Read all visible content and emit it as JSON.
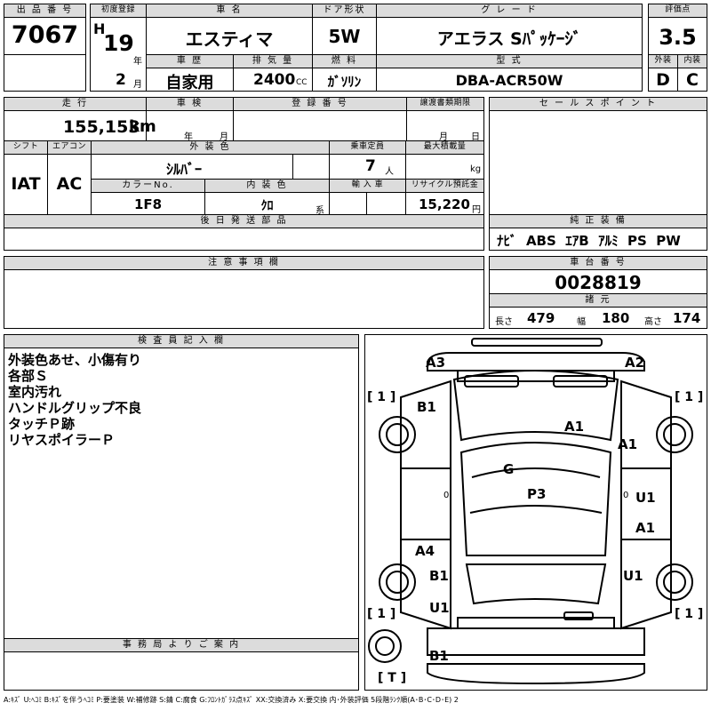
{
  "top": {
    "lot_no_label": "出 品 番 号",
    "lot_no": "7067",
    "first_reg_label": "初度登録",
    "era": "H",
    "year": "19",
    "year_unit": "年",
    "month": "2",
    "month_unit": "月",
    "car_name_label": "車 名",
    "car_name": "エスティマ",
    "history_label": "車 歴",
    "history": "自家用",
    "displacement_label": "排 気 量",
    "displacement": "2400",
    "displacement_unit": "CC",
    "door_label": "ドア形状",
    "door": "5W",
    "fuel_label": "燃 料",
    "fuel": "ｶﾞｿﾘﾝ",
    "grade_label": "グ レ ー ド",
    "grade": "アエラス Sﾊﾟｯｹｰｼﾞ",
    "model_label": "型 式",
    "model": "DBA-ACR50W",
    "score_label": "評価点",
    "score": "3.5",
    "ext_label": "外装",
    "ext": "D",
    "int_label": "内装",
    "int": "C"
  },
  "row2": {
    "mileage_label": "走 行",
    "mileage": "155,153",
    "mileage_unit": "km",
    "inspection_label": "車 検",
    "insp_year": "年",
    "insp_month": "月",
    "regno_label": "登 録 番 号",
    "transfer_label": "譲渡書類期限",
    "transfer_month": "月",
    "transfer_day": "日",
    "shift_label": "シフト",
    "shift": "IAT",
    "ac_label": "エアコン",
    "ac": "AC",
    "color_label": "外 装 色",
    "color": "ｼﾙﾊﾞｰ",
    "capacity_label": "乗車定員",
    "capacity": "7",
    "capacity_unit": "人",
    "load_label": "最大積載量",
    "load_unit": "kg",
    "colorno_label": "カラーNo.",
    "colorno": "1F8",
    "interior_label": "内 装 色",
    "interior": "ｸﾛ",
    "interior_unit": "系",
    "import_label": "輸 入 車",
    "recycle_label": "リサイクル預託金",
    "recycle": "15,220",
    "recycle_unit": "円",
    "later_label": "後 日 発 送 部 品"
  },
  "sales": {
    "label": "セ ー ル ス ポ イ ン ト",
    "equip_label": "純 正 装 備",
    "equip": "ﾅﾋﾞ  ABS  ｴｱB  ｱﾙﾐ  PS  PW"
  },
  "notes": {
    "caution_label": "注 意 事 項 欄",
    "chassis_label": "車 台 番 号",
    "chassis": "0028819",
    "spec_label": "諸 元",
    "length_label": "長さ",
    "length": "479",
    "width_label": "幅",
    "width": "180",
    "height_label": "高さ",
    "height": "174"
  },
  "inspector": {
    "label": "検 査 員 記 入 欄",
    "lines": [
      "外装色あせ、小傷有り",
      "各部Ｓ",
      "室内汚れ",
      "ハンドルグリップ不良",
      "タッチＰ跡",
      "リヤスポイラーＰ"
    ],
    "office_label": "事 務 局 よ り ご 案 内"
  },
  "diagram": {
    "marks": {
      "a3": "A3",
      "a2": "A2",
      "b1_upper": "B1",
      "a1_roof": "A1",
      "a1_right": "A1",
      "g": "G",
      "p3": "P3",
      "u1_right": "U1",
      "a1_rear_right": "A1",
      "a4": "A4",
      "b1_rear_left": "B1",
      "u1_rear_right": "U1",
      "u1_lower_left": "U1",
      "b1_bottom": "B1"
    },
    "tire_left_front": "[ 1 ]",
    "tire_right_front": "[ 1 ]",
    "tire_left_rear": "[ 1 ]",
    "tire_right_rear": "[ 1 ]",
    "spare": "[ T ]",
    "zero_left": "0",
    "zero_right": "0"
  },
  "legend": "A:ｷｽﾞ U:ﾍｺﾐ B:ｷｽﾞを伴うﾍｺﾐ P:要塗装 W:補修跡 S:錆 C:腐食 G:ﾌﾛﾝﾄｶﾞﾗｽ点ｷｽﾞ XX:交換済み X:要交換  内･外装評価  5段階ﾗﾝｸ順(A･B･C･D･E) 2",
  "colors": {
    "header_bg": "#dcdcdc",
    "line": "#000000"
  }
}
